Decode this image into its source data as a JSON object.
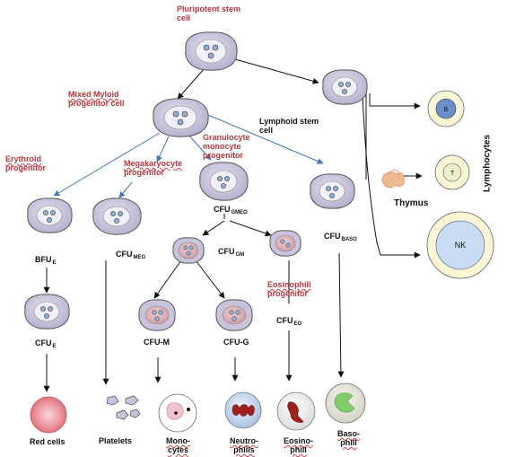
{
  "labels": {
    "pluripotent_l1": "Pluripotent stem",
    "pluripotent_l2": "cell",
    "myeloid_l1": "Mixed Myloid",
    "myeloid_l2": "progenitor cell",
    "lymphoid_l1": "Lymphoid stem",
    "lymphoid_l2": "cell",
    "erythroid_l1": "Erythroid",
    "erythroid_l2": "progenitor",
    "mega_l1": "Megakaryocyte",
    "mega_l2": "progenitor",
    "gm_l1": "Granulocyte",
    "gm_l2": "monocyte",
    "gm_l3": "progenitor",
    "cfu_gmeo": "CFU",
    "cfu_gmeo_sub": "GMEO",
    "cfu_baso": "CFU",
    "cfu_baso_sub": "BASO",
    "bfu_e": "BFU",
    "bfu_e_sub": "E",
    "cfu_meg": "CFU",
    "cfu_meg_sub": "MEG",
    "cfu_gm": "CFU",
    "cfu_gm_sub": "GM",
    "eos_prog_l1": "Eosinophill",
    "eos_prog_l2": "progenitor",
    "cfu_e": "CFU",
    "cfu_e_sub": "E",
    "cfu_m": "CFU-M",
    "cfu_g": "CFU-G",
    "cfu_eo": "CFU",
    "cfu_eo_sub": "EO",
    "red_cells": "Red cells",
    "platelets": "Platelets",
    "monocytes_l1": "Mono-",
    "monocytes_l2": "cytes",
    "neutrophils_l1": "Neutro-",
    "neutrophils_l2": "phills",
    "eosinophils_l1": "Eosino-",
    "eosinophils_l2": "phill",
    "basophils_l1": "Baso-",
    "basophils_l2": "phill",
    "thymus": "Thymus",
    "lymphocytes": "Lymphocytes",
    "b_cell": "B",
    "t_cell": "T",
    "nk_cell": "NK"
  },
  "colors": {
    "stem_cell_fill": "#c9c4dc",
    "stem_cell_nucleus": "#f2f0f8",
    "granulocyte_fill": "#e0b2b8",
    "label_red": "#b0393e",
    "arrow_blue": "#4a74b4",
    "b_cell": "#6a8fc8",
    "t_cell": "#e8f0cc",
    "nk_cell": "#c8dcf4",
    "lymph_ring": "#fbf6d6",
    "thymus": "#f0b890",
    "red_cell": "#e87a84",
    "basophil": "#80cc6a",
    "neutrophil_nucleus": "#a02020"
  }
}
